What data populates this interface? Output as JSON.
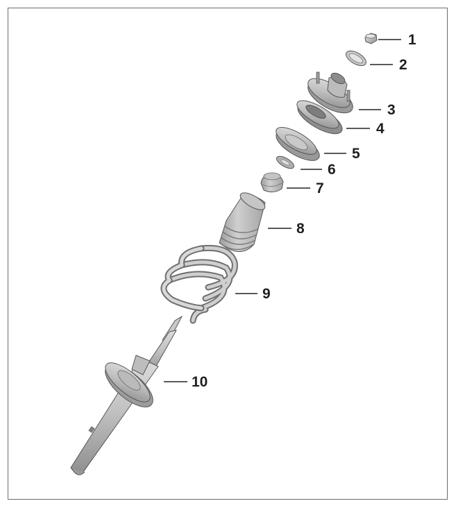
{
  "colors": {
    "frame": "#6b6b6b",
    "part_light": "#d2d2d2",
    "part_mid": "#b4b4b4",
    "part_dark": "#7c7c7c",
    "outline": "#555555",
    "text": "#1f1f1f"
  },
  "callouts": [
    {
      "label": "1"
    },
    {
      "label": "2"
    },
    {
      "label": "3"
    },
    {
      "label": "4"
    },
    {
      "label": "5"
    },
    {
      "label": "6"
    },
    {
      "label": "7"
    },
    {
      "label": "8"
    },
    {
      "label": "9"
    },
    {
      "label": "10"
    }
  ]
}
